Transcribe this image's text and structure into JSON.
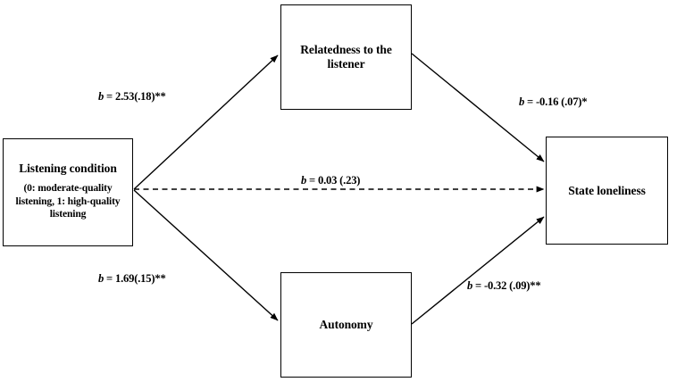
{
  "figure": {
    "type": "path-model-diagram",
    "nodes": {
      "predictor": {
        "title": "Listening condition",
        "subtitle": "(0: moderate-quality listening, 1: high-quality listening"
      },
      "mediator_relatedness": {
        "title": "Relatedness to the listener"
      },
      "mediator_autonomy": {
        "title": "Autonomy"
      },
      "outcome": {
        "title": "State loneliness"
      }
    },
    "paths": [
      {
        "id": "a1",
        "from": "Listening condition",
        "to": "Relatedness to the listener",
        "style": "solid",
        "label": "b = 2.53(.18)**",
        "coefficient": 2.53,
        "se": 0.18,
        "significance": "**"
      },
      {
        "id": "b1",
        "from": "Relatedness to the listener",
        "to": "State loneliness",
        "style": "solid",
        "label": "b = -0.16 (.07)*",
        "coefficient": -0.16,
        "se": 0.07,
        "significance": "*"
      },
      {
        "id": "c",
        "from": "Listening condition",
        "to": "State loneliness",
        "style": "dashed",
        "label": "b = 0.03 (.23)",
        "coefficient": 0.03,
        "se": 0.23,
        "significance": ""
      },
      {
        "id": "a2",
        "from": "Listening condition",
        "to": "Autonomy",
        "style": "solid",
        "label": "b = 1.69(.15)**",
        "coefficient": 1.69,
        "se": 0.15,
        "significance": "**"
      },
      {
        "id": "b2",
        "from": "Autonomy",
        "to": "State loneliness",
        "style": "solid",
        "label": "b = -0.32 (.09)**",
        "coefficient": -0.32,
        "se": 0.09,
        "significance": "**"
      }
    ],
    "colors": {
      "stroke": "#000000",
      "background": "#ffffff",
      "text": "#000000"
    }
  }
}
